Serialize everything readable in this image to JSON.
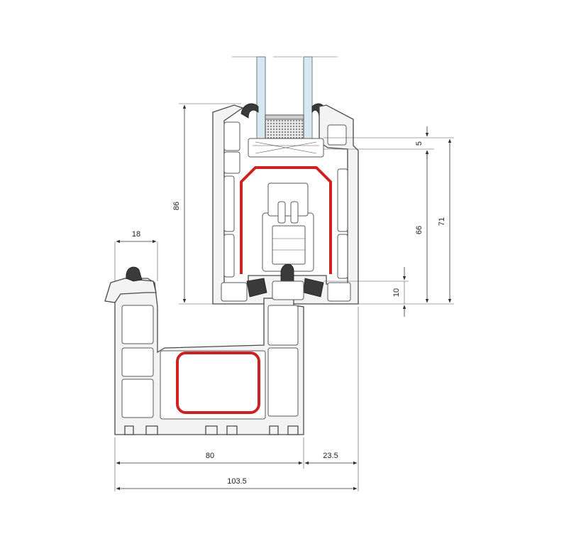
{
  "dimensions": {
    "frame_width": "80",
    "offset": "23.5",
    "total_width": "103.5",
    "frame_lip": "18",
    "sash_height": "86",
    "glazing_rebate": "5",
    "sash_depth": "66",
    "total_height": "71",
    "overlap": "10"
  },
  "colors": {
    "reinforcement": "#cc2222",
    "profile_fill": "#f3f3f3",
    "outline": "#4a4a4a",
    "glass": "#d8e8f0"
  }
}
